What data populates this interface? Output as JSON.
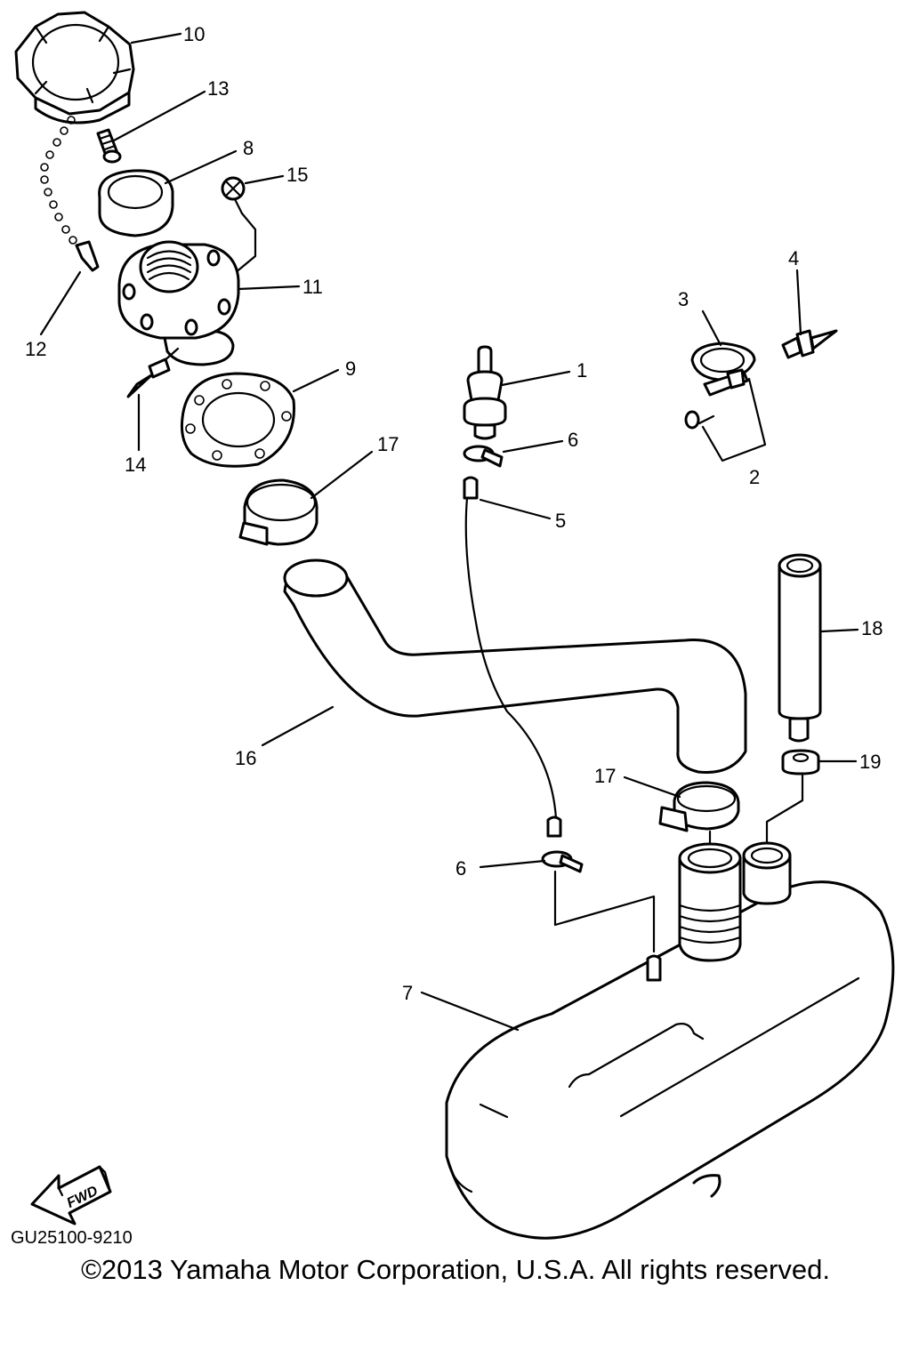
{
  "callouts": {
    "p1": "1",
    "p2": "2",
    "p3": "3",
    "p4": "4",
    "p5": "5",
    "p6a": "6",
    "p6b": "6",
    "p7": "7",
    "p8": "8",
    "p9": "9",
    "p10": "10",
    "p11": "11",
    "p12": "12",
    "p13": "13",
    "p14": "14",
    "p15": "15",
    "p16": "16",
    "p17a": "17",
    "p17b": "17",
    "p18": "18",
    "p19": "19"
  },
  "fwd_label": "FWD",
  "diagram_code": "GU25100-9210",
  "copyright": "©2013 Yamaha Motor Corporation, U.S.A. All rights reserved."
}
